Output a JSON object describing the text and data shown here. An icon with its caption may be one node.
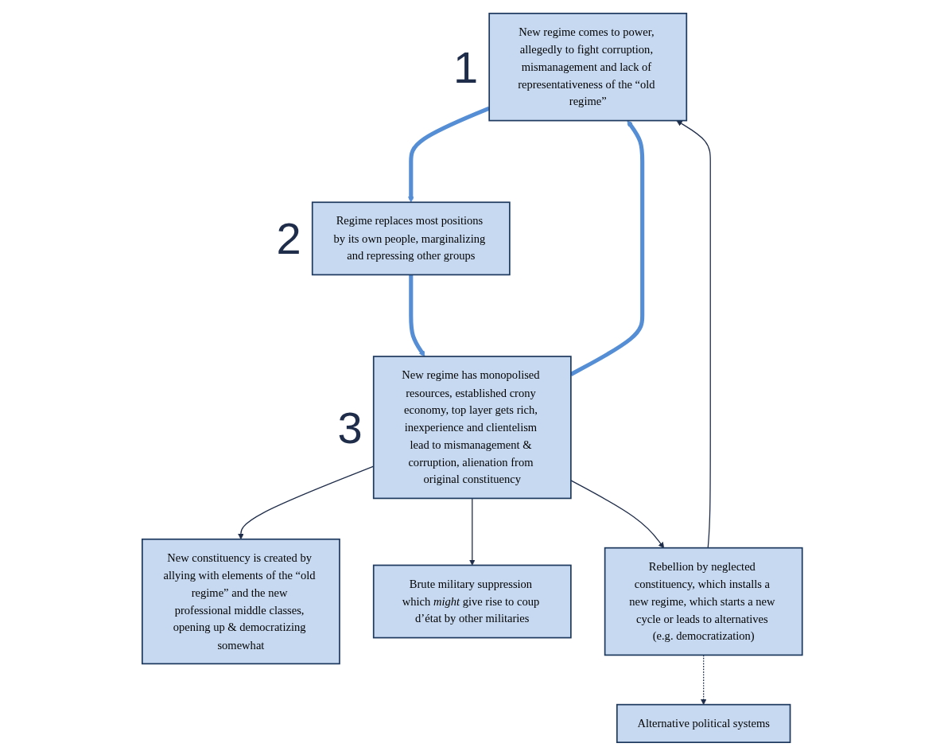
{
  "diagram": {
    "nodes": [
      {
        "text": [
          "New constituency is created by allying with elements of the “old regime” and the new professional middle classes, opening up & democratizing somewhat"
        ]
      },
      {
        "text": [
          "New regime comes to power, allegedly to fight corruption, mismanagement and lack of representativeness of the “old regime”"
        ]
      },
      {
        "text": [
          "Alternative political systems"
        ]
      },
      {
        "text": [
          "Brute military suppression which *might* give rise to coup d’état by other militaries"
        ]
      },
      {
        "text": [
          "Rebellion by neglected constituency, which installs a new regime, which starts a new cycle or leads to alternatives (e.g. democratization)"
        ]
      },
      {
        "text": [
          "Regime replaces most positions by its own people, marginalizing and repressing other groups"
        ]
      },
      {
        "text": [
          "New regime has monopolised resources, established crony economy, top layer gets rich, inexperience and clientelism lead to mismanagement & corruption, alienation from original constituency"
        ]
      }
    ],
    "edges": [
      {
        "from": 6,
        "to": 1,
        "arrow": "to",
        "style": "thick",
        "color": "#558ed5"
      },
      {
        "from": 1,
        "to": 5,
        "arrow": "to",
        "style": "thick",
        "color": "#558ed5"
      },
      {
        "from": 5,
        "to": 6,
        "arrow": "to",
        "style": "thick",
        "color": "#558ed5"
      },
      {
        "from": 6,
        "to": 0,
        "arrow": "to"
      },
      {
        "from": 6,
        "to": 3,
        "arrow": "to"
      },
      {
        "from": 6,
        "to": 4,
        "arrow": "to"
      },
      {
        "from": 4,
        "to": 1,
        "arrow": "to"
      },
      {
        "from": 4,
        "to": 2,
        "arrow": "to",
        "style": "dashed"
      }
    ],
    "labels": [
      "1",
      "2",
      "3"
    ]
  }
}
